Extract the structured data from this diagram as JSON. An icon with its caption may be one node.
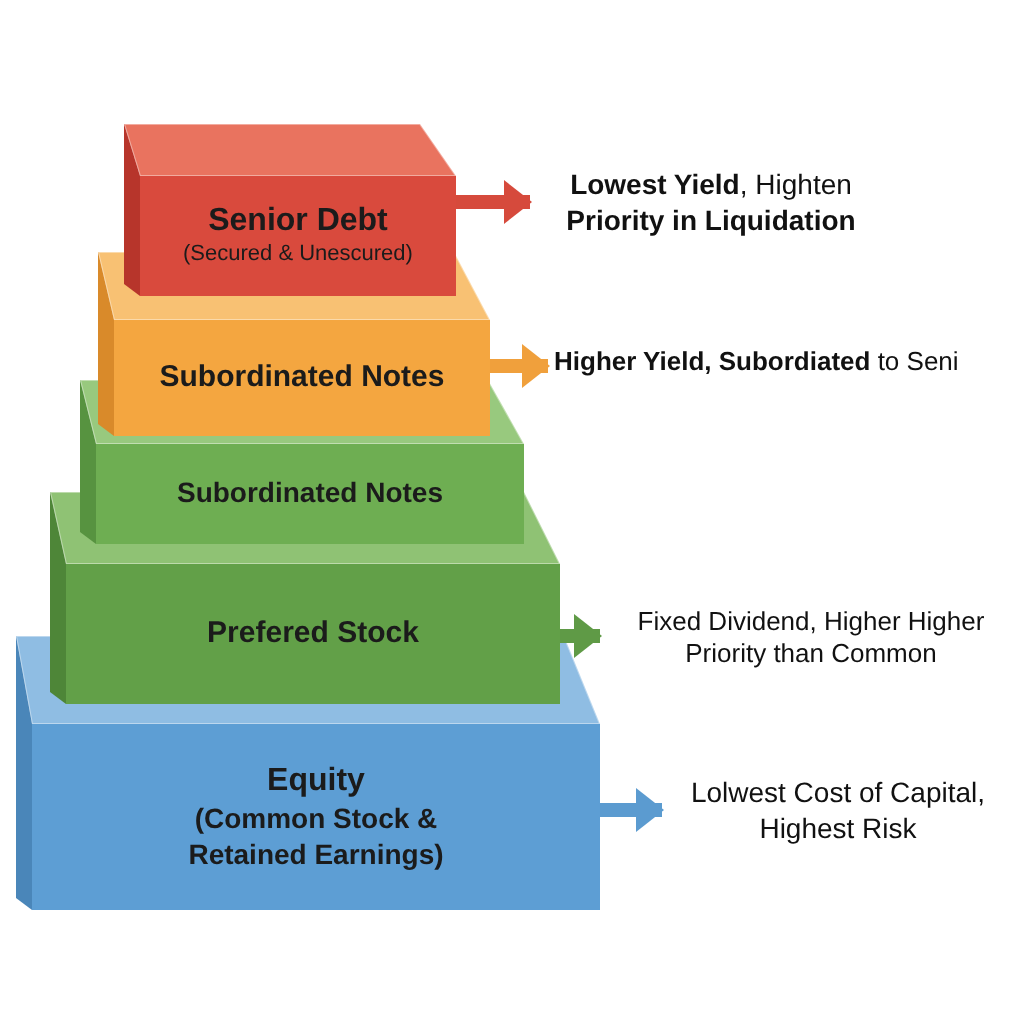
{
  "diagram": {
    "nodes": [
      {
        "text": [
          "Senior Debt",
          "(Secured & Unescured)"
        ]
      },
      {
        "text": [
          "Subordinated Notes"
        ]
      },
      {
        "text": [
          "Subordinated Notes"
        ]
      },
      {
        "text": [
          "Prefered Stock"
        ]
      },
      {
        "text": [
          "Equity",
          "(Common Stock & Retained Earnings)"
        ]
      },
      {
        "text": [
          "**Lowest Yield**, Highten **Priority in Liquidation**"
        ]
      },
      {
        "text": [
          "**Higher Yield, Subordiated** to Seni"
        ]
      },
      {
        "text": [
          "Fixed Dividend, Higher Higher Priority than Common"
        ]
      },
      {
        "text": [
          "Lolwest Cost of Capital, Highest Risk"
        ]
      }
    ],
    "edges": [
      {
        "from": 0,
        "to": 5,
        "arrow": "to",
        "color": "#d64a3c"
      },
      {
        "from": 1,
        "to": 6,
        "arrow": "to",
        "color": "#f0a03c"
      },
      {
        "from": 3,
        "to": 7,
        "arrow": "to",
        "color": "#5f9a46"
      },
      {
        "from": 4,
        "to": 8,
        "arrow": "to",
        "color": "#5b9bd0"
      }
    ]
  }
}
